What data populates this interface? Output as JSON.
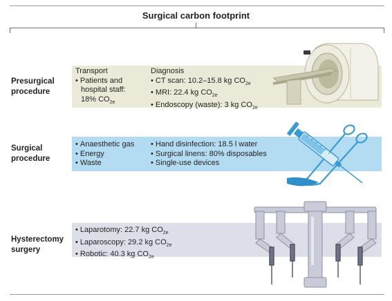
{
  "header": {
    "title": "Surgical carbon footprint"
  },
  "presurgical": {
    "label_line1": "Presurgical",
    "label_line2": "procedure",
    "transport_heading": "Transport",
    "transport_line1": "Patients and",
    "transport_line2": "hospital staff:",
    "transport_value": "18% CO",
    "diagnosis_heading": "Diagnosis",
    "ct_scan": "CT scan: 10.2–15.8 kg CO",
    "mri": "MRI: 22.4 kg CO",
    "endoscopy": "Endoscopy (waste): 3 kg CO",
    "co2_subscript": "2e"
  },
  "surgical": {
    "label_line1": "Surgical",
    "label_line2": "procedure",
    "items_left": [
      "Anaesthetic gas",
      "Energy",
      "Waste"
    ],
    "items_right": [
      "Hand disinfection: 18.5 l water",
      "Surgical linens: 80% disposables",
      "Single-use devices"
    ]
  },
  "hysterectomy": {
    "label_line1": "Hysterectomy",
    "label_line2": "surgery",
    "laparotomy": "Laparotomy: 22.7 kg CO",
    "laparoscopy": "Laparoscopy: 29.2 kg CO",
    "robotic": "Robotic: 40.3 kg CO",
    "co2_subscript": "2e"
  },
  "colors": {
    "presurgical_band": "#ebe9d8",
    "surgical_band": "#b3dcf2",
    "hysterectomy_band": "#dcdfe8"
  },
  "icons": [
    "ct-scanner-icon",
    "syringe-scissors-icon",
    "surgical-robot-icon"
  ]
}
